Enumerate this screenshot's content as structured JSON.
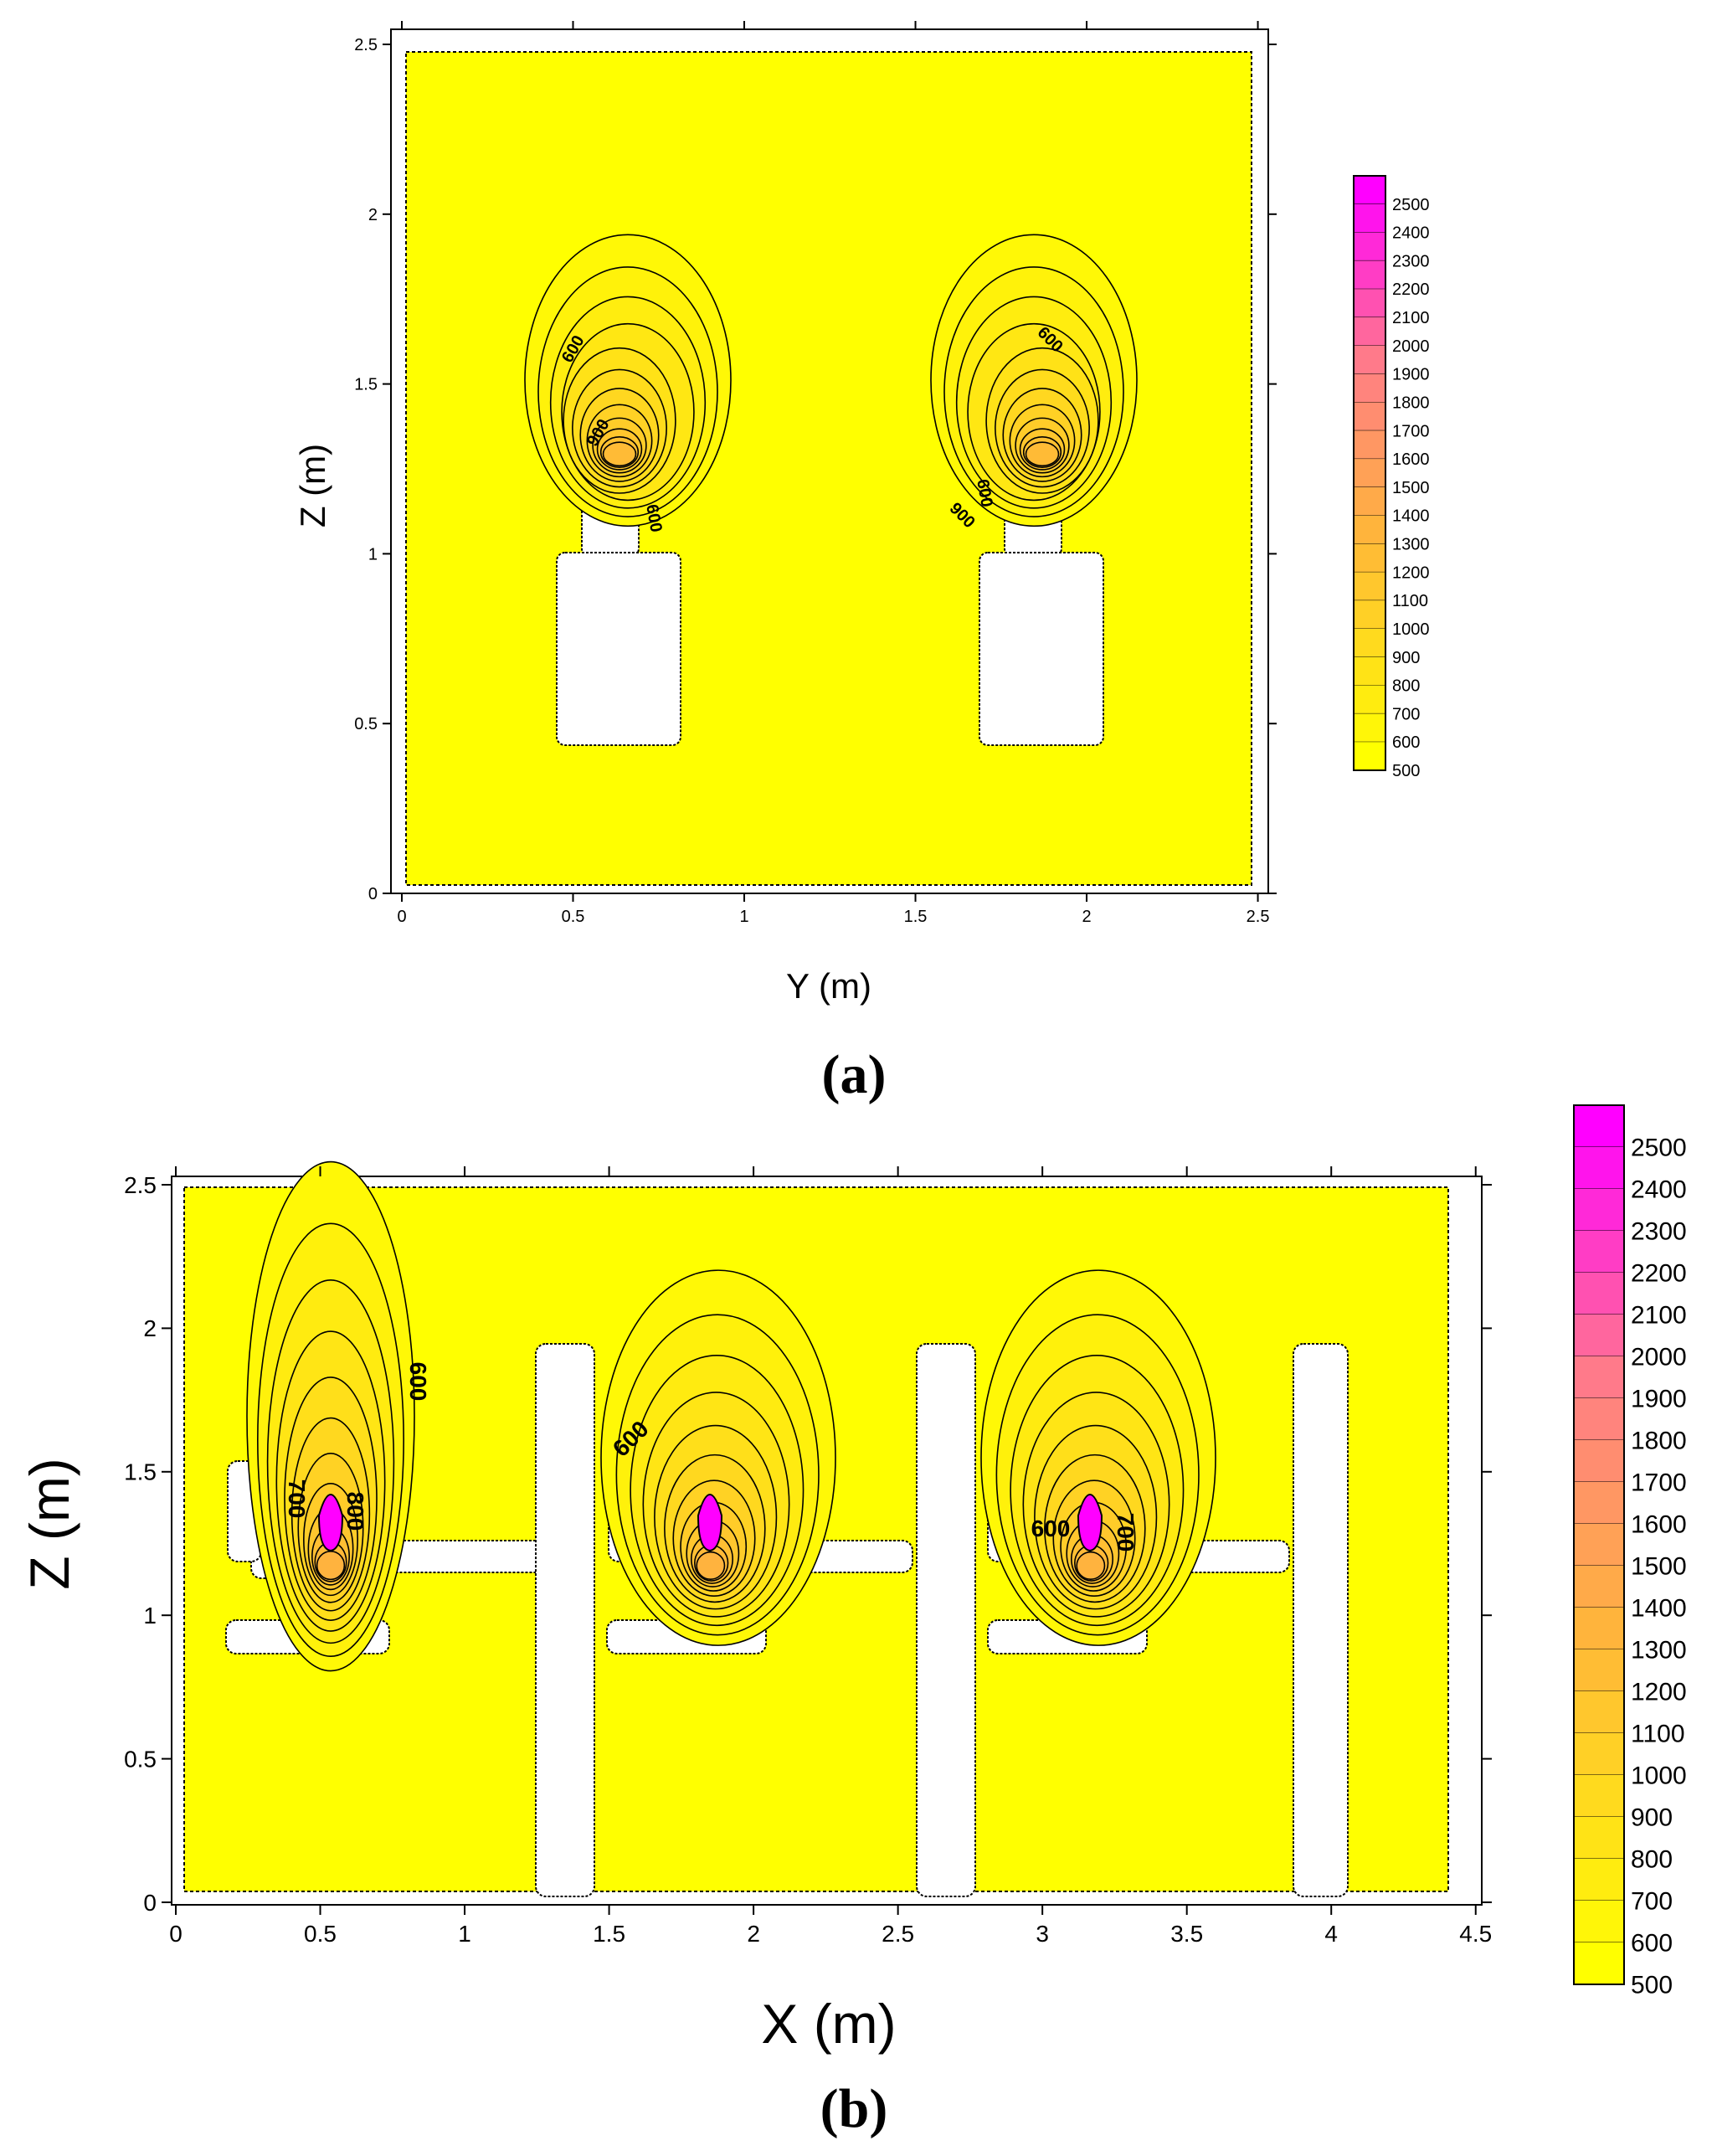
{
  "chart_data": [
    {
      "panel_label": "(a)",
      "type": "contour",
      "xlabel": "Y (m)",
      "ylabel": "Z (m)",
      "xlim": [
        0,
        2.55
      ],
      "ylim": [
        0,
        2.5
      ],
      "x_ticks": [
        "0",
        "0.5",
        "1",
        "1.5",
        "2",
        "2.5"
      ],
      "y_ticks": [
        "0",
        "0.5",
        "1",
        "1.5",
        "2",
        "2.5"
      ],
      "colorbar": {
        "levels": [
          "2500",
          "2400",
          "2300",
          "2200",
          "2100",
          "2000",
          "1900",
          "1800",
          "1700",
          "1600",
          "1500",
          "1400",
          "1300",
          "1200",
          "1100",
          "1000",
          "900",
          "800",
          "700",
          "600",
          "500"
        ],
        "min_color": "#ffff00",
        "max_color": "#ff00ff"
      },
      "contour_labels": [
        "600",
        "900",
        "600",
        "600",
        "900",
        "600"
      ],
      "sources": [
        {
          "y": 0.68,
          "z": 1.3
        },
        {
          "y": 1.87,
          "z": 1.3
        }
      ]
    },
    {
      "panel_label": "(b)",
      "type": "contour",
      "xlabel": "X (m)",
      "ylabel": "Z (m)",
      "xlim": [
        0,
        4.55
      ],
      "ylim": [
        0,
        2.5
      ],
      "x_ticks": [
        "0",
        "0.5",
        "1",
        "1.5",
        "2",
        "2.5",
        "3",
        "3.5",
        "4",
        "4.5"
      ],
      "y_ticks": [
        "0",
        "0.5",
        "1",
        "1.5",
        "2",
        "2.5"
      ],
      "colorbar": {
        "levels": [
          "2500",
          "2400",
          "2300",
          "2200",
          "2100",
          "2000",
          "1900",
          "1800",
          "1700",
          "1600",
          "1500",
          "1400",
          "1300",
          "1200",
          "1100",
          "1000",
          "900",
          "800",
          "700",
          "600",
          "500"
        ],
        "min_color": "#ffff00",
        "max_color": "#ff00ff"
      },
      "contour_labels": [
        "600",
        "700",
        "800",
        "600",
        "600",
        "700"
      ],
      "sources": [
        {
          "x": 0.55,
          "z": 1.15
        },
        {
          "x": 1.87,
          "z": 1.15
        },
        {
          "x": 3.2,
          "z": 1.15
        }
      ]
    }
  ],
  "colors": {
    "field": "#ffff00",
    "background": "#ffffff",
    "hot": "#ff00ff",
    "contour": "#000000"
  }
}
